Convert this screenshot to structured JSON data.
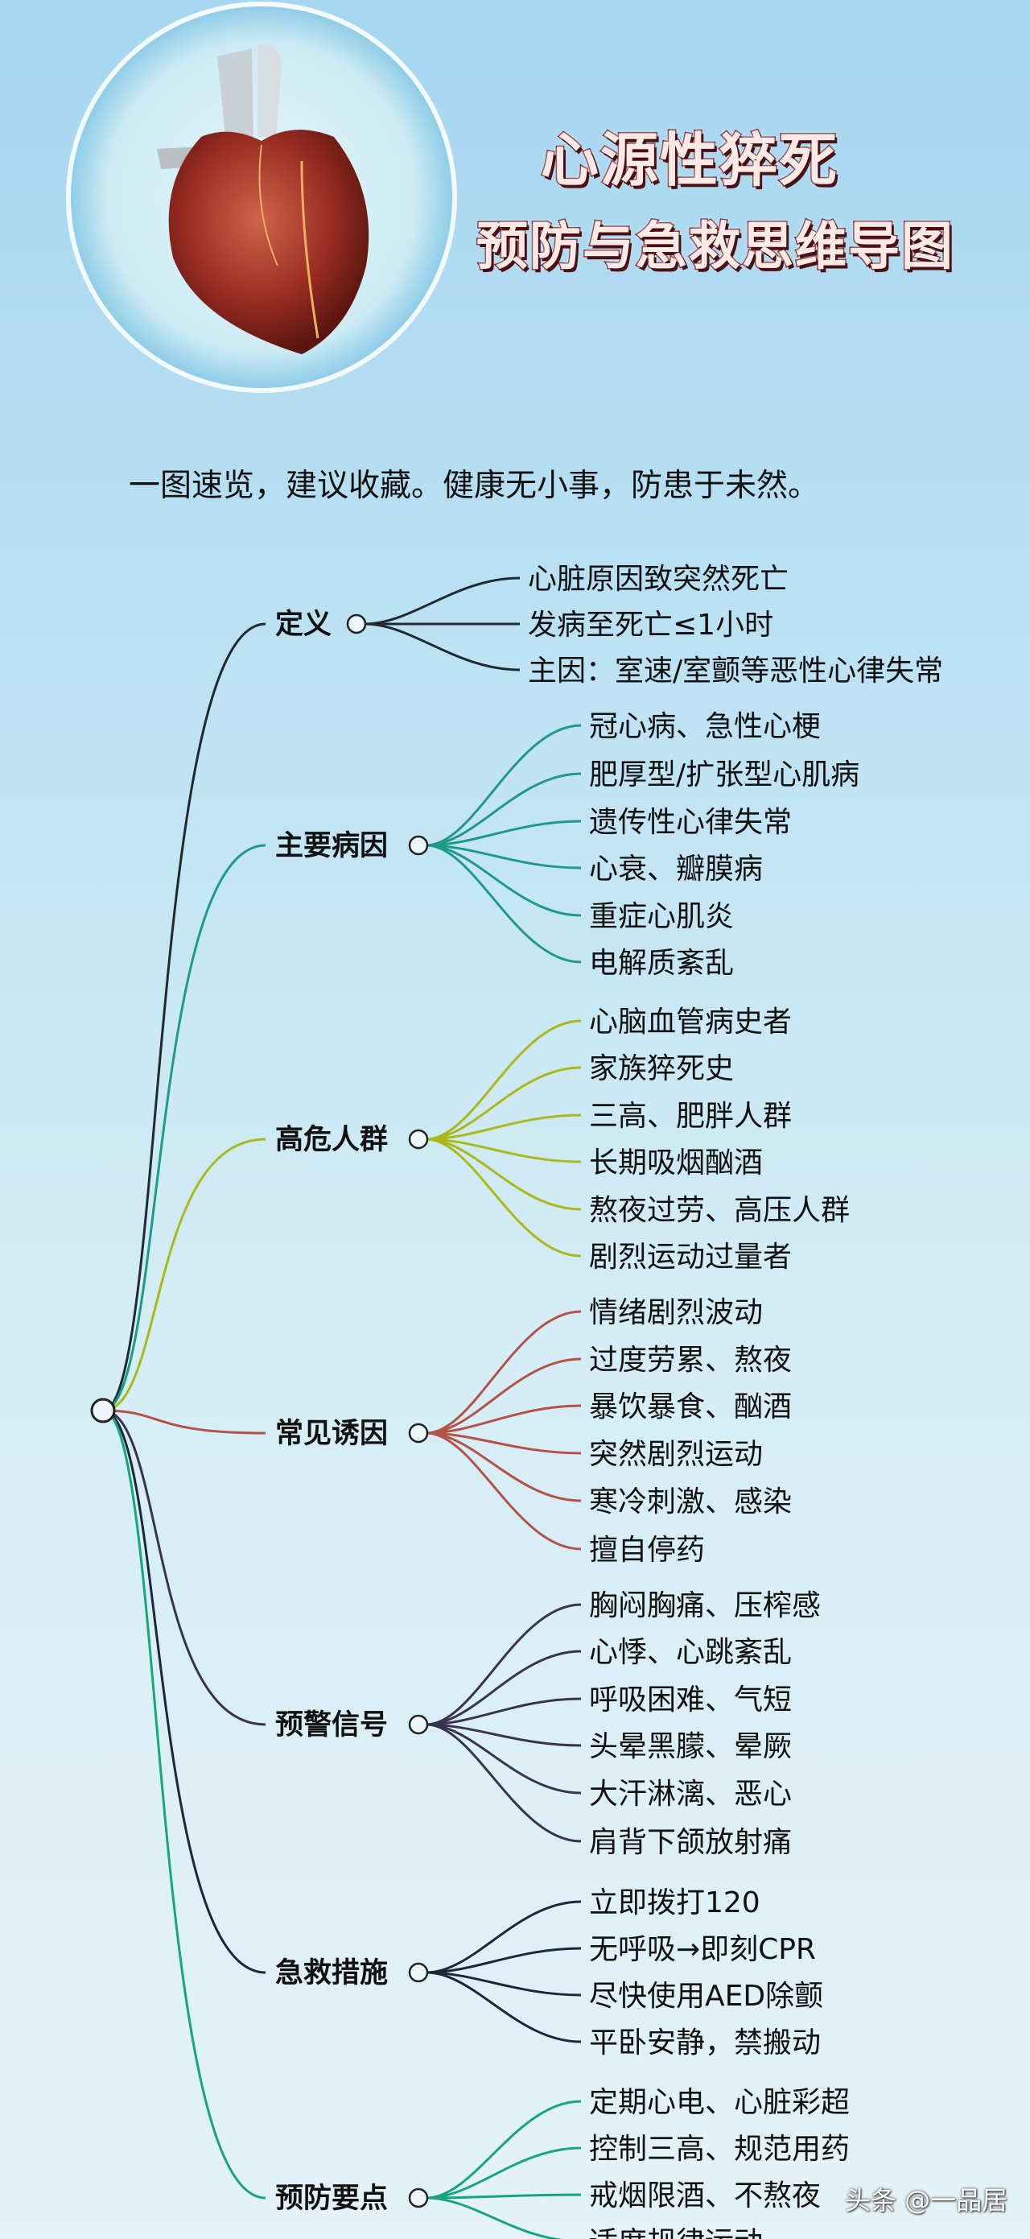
{
  "header": {
    "title": "心源性猝死",
    "subtitle": "预防与急救思维导图",
    "tagline": "一图速览，建议收藏。健康无小事，防患于未然。"
  },
  "mindmap": {
    "branches": [
      {
        "label": "定义",
        "color": "#1e2a30",
        "items": [
          "心脏原因致突然死亡",
          "发病至死亡≤1小时",
          "主因：室速/室颤等恶性心律失常"
        ]
      },
      {
        "label": "主要病因",
        "color": "#1f9a86",
        "items": [
          "冠心病、急性心梗",
          "肥厚型/扩张型心肌病",
          "遗传性心律失常",
          "心衰、瓣膜病",
          "重症心肌炎",
          "电解质紊乱"
        ]
      },
      {
        "label": "高危人群",
        "color": "#aab81a",
        "items": [
          "心脑血管病史者",
          "家族猝死史",
          "三高、肥胖人群",
          "长期吸烟酗酒",
          "熬夜过劳、高压人群",
          "剧烈运动过量者"
        ]
      },
      {
        "label": "常见诱因",
        "color": "#b4524a",
        "items": [
          "情绪剧烈波动",
          "过度劳累、熬夜",
          "暴饮暴食、酗酒",
          "突然剧烈运动",
          "寒冷刺激、感染",
          "擅自停药"
        ]
      },
      {
        "label": "预警信号",
        "color": "#3a3350",
        "items": [
          "胸闷胸痛、压榨感",
          "心悸、心跳紊乱",
          "呼吸困难、气短",
          "头晕黑朦、晕厥",
          "大汗淋漓、恶心",
          "肩背下颌放射痛"
        ]
      },
      {
        "label": "急救措施",
        "color": "#1c2838",
        "items": [
          "立即拨打120",
          "无呼吸→即刻CPR",
          "尽快使用AED除颤",
          "平卧安静，禁搬动"
        ]
      },
      {
        "label": "预防要点",
        "color": "#17a57a",
        "items": [
          "定期心电、心脏彩超",
          "控制三高、规范用药",
          "戒烟限酒、不熬夜",
          "适度规律运动"
        ]
      }
    ]
  },
  "watermark": "头条 @一品居"
}
